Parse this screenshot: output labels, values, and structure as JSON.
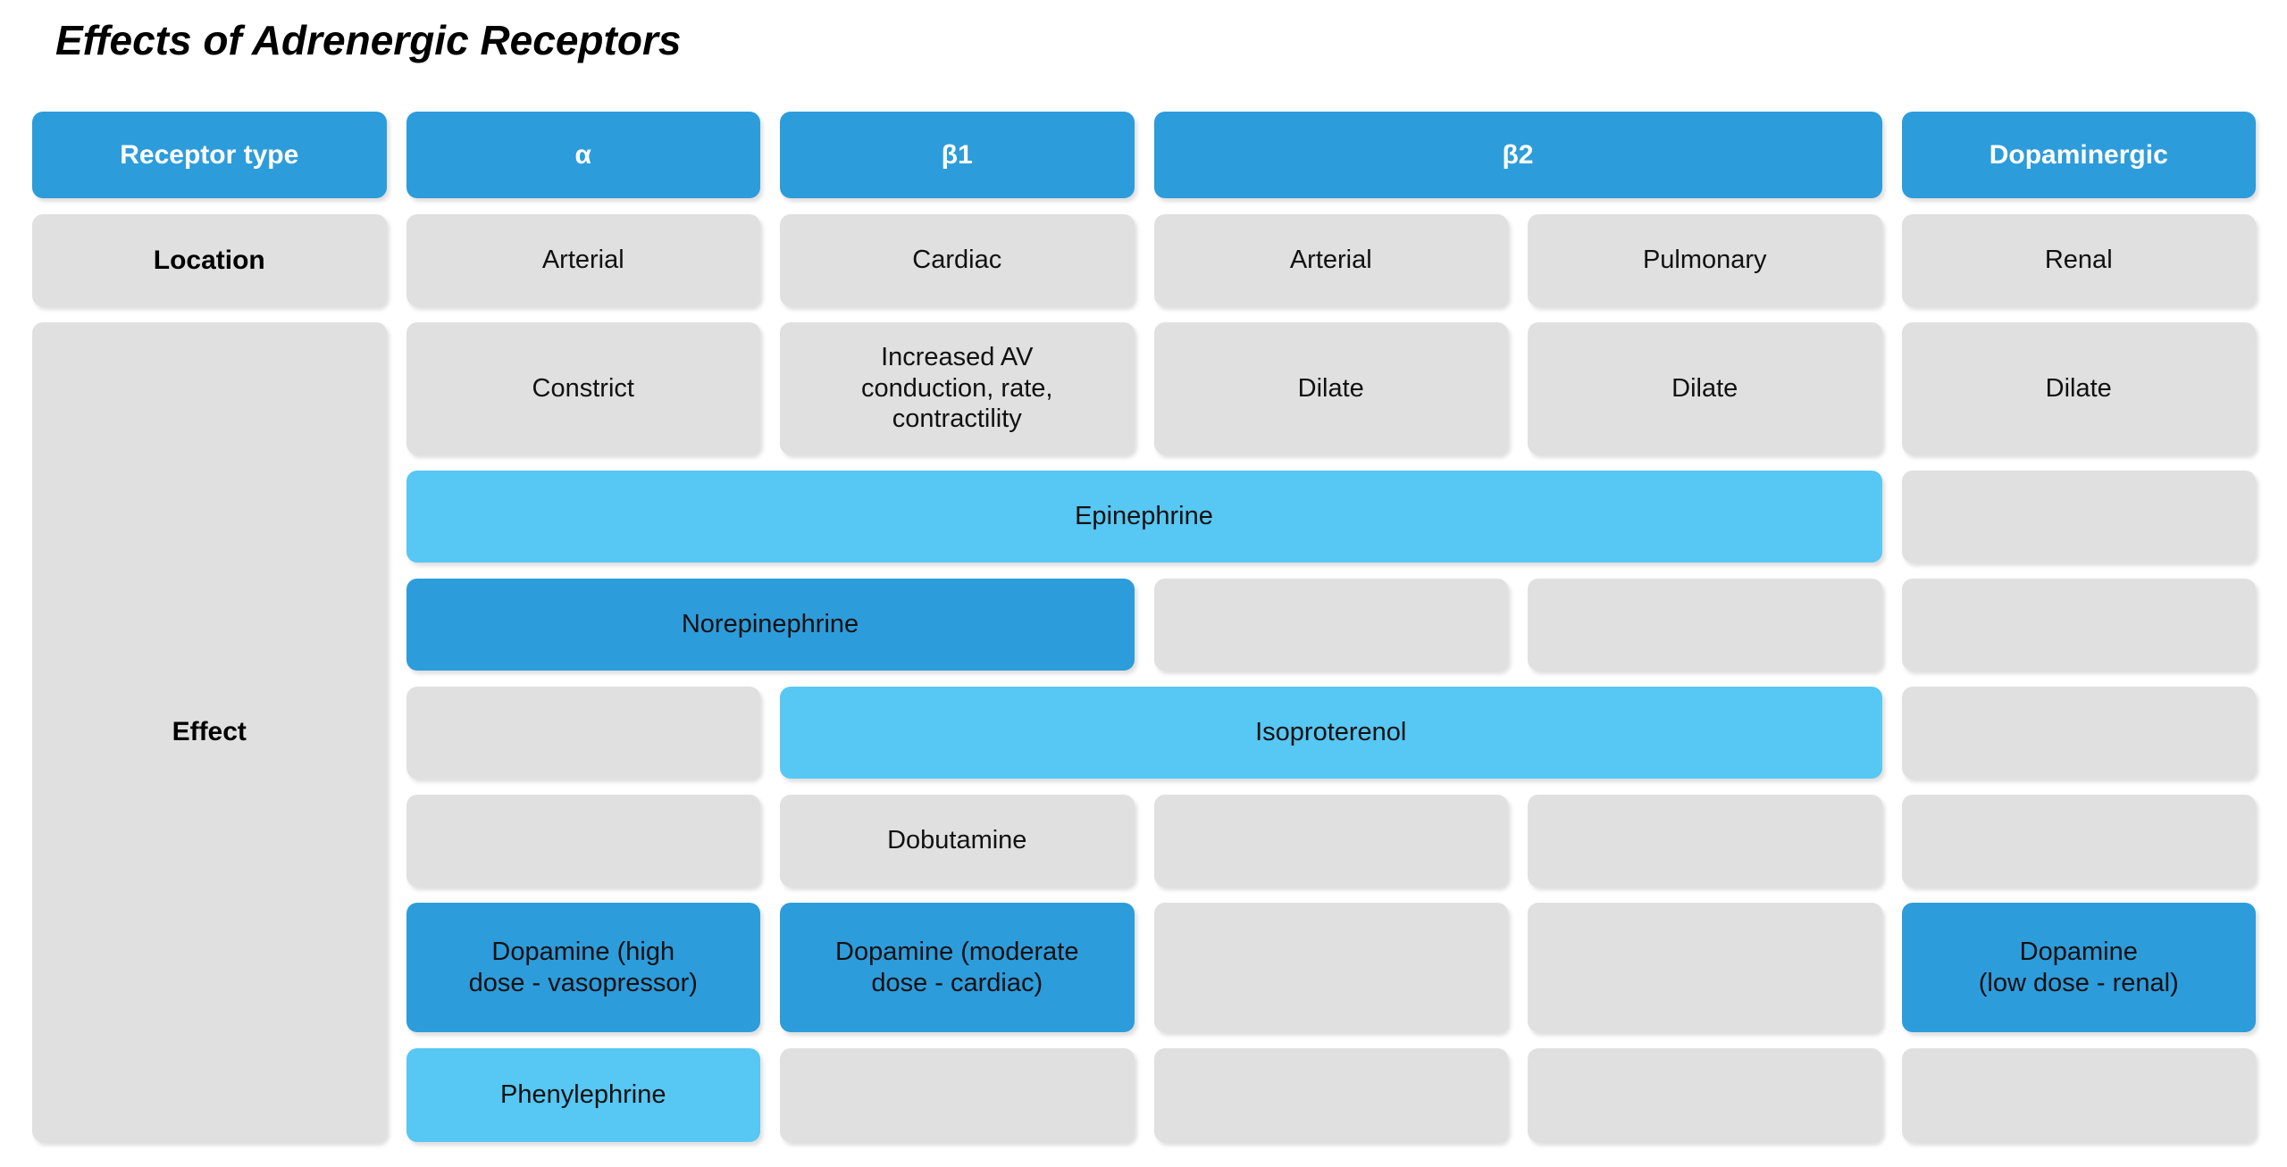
{
  "title": "Effects of Adrenergic Receptors",
  "colors": {
    "header_blue": "#2D9CDB",
    "dark_blue": "#2D9CDB",
    "light_blue": "#57C7F3",
    "cell_gray": "#E0E0E0",
    "header_text": "#FFFFFF",
    "body_text": "#111111",
    "background": "#FFFFFF"
  },
  "header": {
    "receptor_type": "Receptor type",
    "alpha": "α",
    "beta1": "β1",
    "beta2": "β2",
    "dopaminergic": "Dopaminergic"
  },
  "location": {
    "label": "Location",
    "alpha": "Arterial",
    "beta1": "Cardiac",
    "beta2_arterial": "Arterial",
    "beta2_pulmonary": "Pulmonary",
    "dopaminergic": "Renal"
  },
  "effect": {
    "label": "Effect",
    "alpha": "Constrict",
    "beta1": "Increased AV\nconduction, rate,\ncontractility",
    "beta2_arterial": "Dilate",
    "beta2_pulmonary": "Dilate",
    "dopaminergic": "Dilate"
  },
  "drugs": {
    "epinephrine": "Epinephrine",
    "norepinephrine": "Norepinephrine",
    "isoproterenol": "Isoproterenol",
    "dobutamine": "Dobutamine",
    "dopamine_high": "Dopamine (high\ndose - vasopressor)",
    "dopamine_moderate": "Dopamine (moderate\ndose - cardiac)",
    "dopamine_low": "Dopamine\n(low dose - renal)",
    "phenylephrine": "Phenylephrine"
  }
}
